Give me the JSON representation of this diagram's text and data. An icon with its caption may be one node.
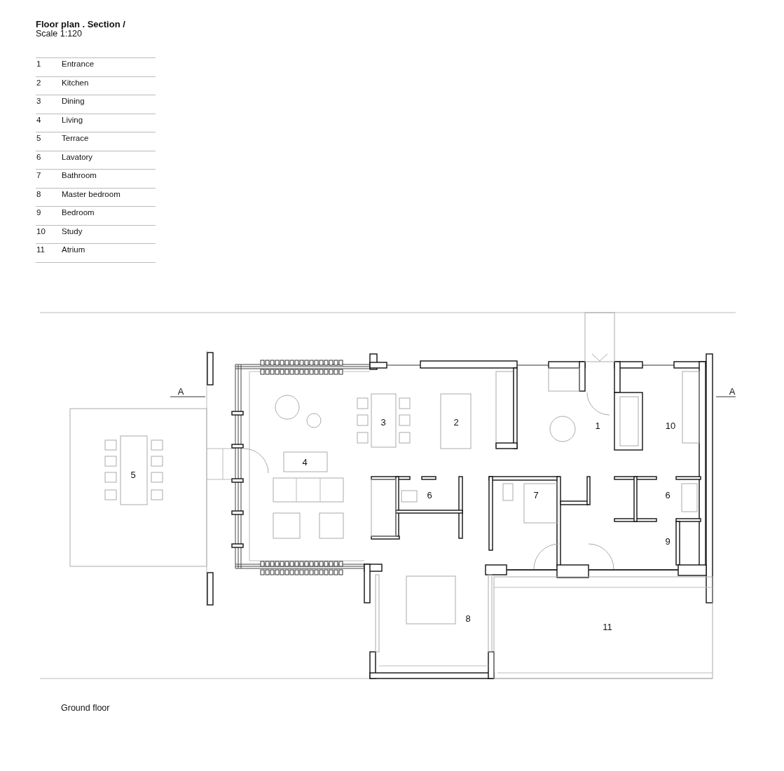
{
  "diagram": {
    "title": "Floor plan . Section /",
    "caption": "Ground floor",
    "labels": [
      "Scale 1:120",
      "1",
      "Entrance",
      "2",
      "Kitchen",
      "3",
      "Dining",
      "4",
      "Living",
      "5",
      "Terrace",
      "6",
      "Lavatory",
      "7",
      "Bathroom",
      "8",
      "Master bedroom",
      "9",
      "Bedroom",
      "10",
      "Study",
      "11",
      "Atrium",
      "A",
      "A",
      "3",
      "2",
      "1",
      "10",
      "4",
      "5",
      "6",
      "7",
      "6",
      "9",
      "8",
      "11"
    ]
  }
}
